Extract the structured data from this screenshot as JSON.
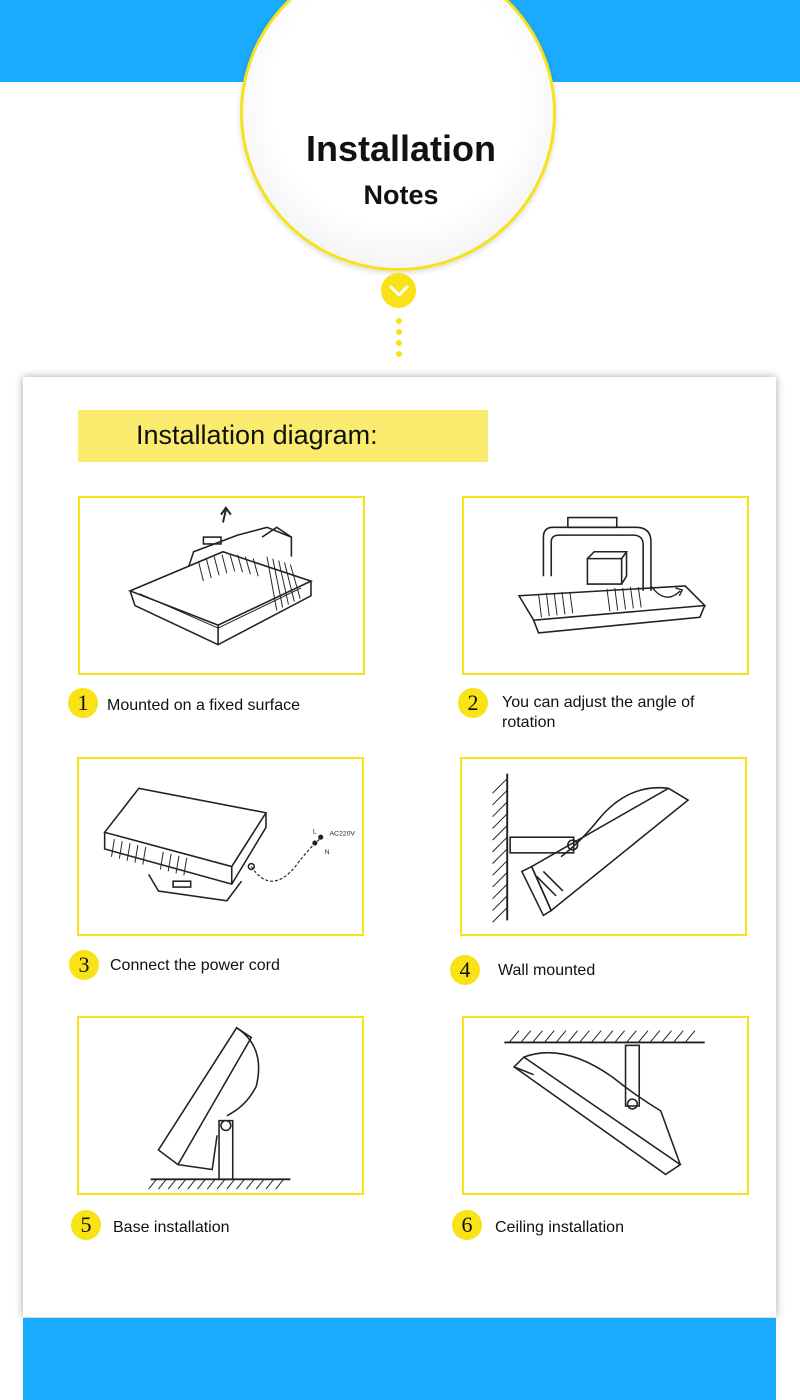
{
  "header": {
    "title": "Installation",
    "subtitle": "Notes"
  },
  "colors": {
    "blue_band": "#1aabff",
    "accent_yellow": "#f9e215",
    "heading_fill": "#fbec6f"
  },
  "diagram": {
    "heading": "Installation diagram:"
  },
  "steps": [
    {
      "number": "1",
      "caption": "Mounted on a fixed surface"
    },
    {
      "number": "2",
      "caption_line1": "You can adjust the angle of",
      "caption_line2": "rotation"
    },
    {
      "number": "3",
      "caption": "Connect the power cord"
    },
    {
      "number": "4",
      "caption": "Wall mounted"
    },
    {
      "number": "5",
      "caption": "Base installation"
    },
    {
      "number": "6",
      "caption": "Ceiling installation"
    }
  ],
  "illustration_labels": {
    "wire_label": "AC220V",
    "terminal_l": "L",
    "terminal_n": "N"
  }
}
